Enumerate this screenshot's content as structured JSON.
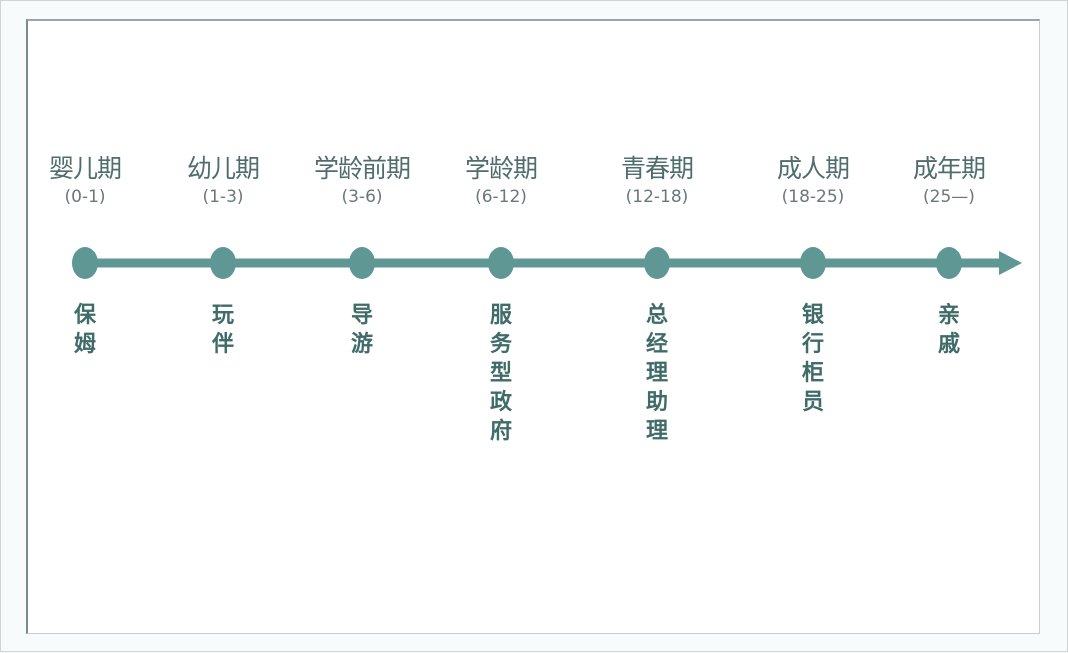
{
  "accent_color": "#5f9795",
  "stages": [
    {
      "title": "婴儿期",
      "range": "(0-1)",
      "role": "保姆"
    },
    {
      "title": "幼儿期",
      "range": "(1-3)",
      "role": "玩伴"
    },
    {
      "title": "学龄前期",
      "range": "(3-6)",
      "role": "导游"
    },
    {
      "title": "学龄期",
      "range": "(6-12)",
      "role": "服务型政府"
    },
    {
      "title": "青春期",
      "range": "(12-18)",
      "role": "总经理助理"
    },
    {
      "title": "成人期",
      "range": "(18-25)",
      "role": "银行柜员"
    },
    {
      "title": "成年期",
      "range": "(25—)",
      "role": "亲戚"
    }
  ]
}
